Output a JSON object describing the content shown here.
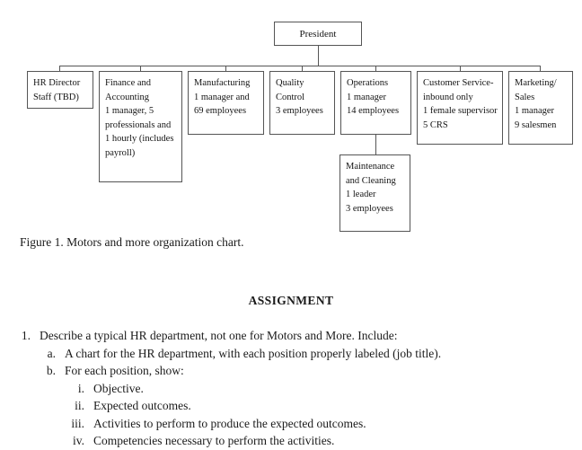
{
  "document": {
    "figure_caption": "Figure 1. Motors and more organization chart.",
    "assignment_heading": "ASSIGNMENT"
  },
  "org_chart": {
    "root": {
      "name": "president",
      "lines": [
        "President"
      ]
    },
    "level2": [
      {
        "name": "hr-director",
        "lines": [
          "HR Director",
          "Staff  (TBD)"
        ]
      },
      {
        "name": "finance-accounting",
        "lines": [
          "Finance and",
          "Accounting",
          "1 manager, 5",
          "professionals  and",
          "1 hourly (includes",
          "payroll)"
        ]
      },
      {
        "name": "manufacturing",
        "lines": [
          "Manufacturing",
          "1 manager and",
          "69 employees"
        ]
      },
      {
        "name": "quality-control",
        "lines": [
          "Quality",
          "Control",
          "3 employees"
        ]
      },
      {
        "name": "operations",
        "lines": [
          "Operations",
          "1 manager",
          "14 employees"
        ]
      },
      {
        "name": "customer-service",
        "lines": [
          "Customer Service-",
          "inbound only",
          "1 female supervisor",
          "5 CRS"
        ]
      },
      {
        "name": "marketing-sales",
        "lines": [
          "Marketing/",
          "Sales",
          "1 manager",
          "9 salesmen"
        ]
      }
    ],
    "level3": [
      {
        "name": "maintenance-cleaning",
        "parent": "operations",
        "lines": [
          "Maintenance",
          "and Cleaning",
          "1 leader",
          "3 employees"
        ]
      }
    ]
  },
  "assignment_list": [
    {
      "level": 1,
      "marker": "1.",
      "text": "Describe a typical HR department, not one for Motors and More. Include:"
    },
    {
      "level": 2,
      "marker": "a.",
      "text": "A chart for the HR department, with each position properly labeled (job title)."
    },
    {
      "level": 2,
      "marker": "b.",
      "text": "For each position, show:"
    },
    {
      "level": 3,
      "marker": "i.",
      "text": "Objective."
    },
    {
      "level": 3,
      "marker": "ii.",
      "text": "Expected outcomes."
    },
    {
      "level": 3,
      "marker": "iii.",
      "text": "Activities to perform to produce the expected outcomes."
    },
    {
      "level": 3,
      "marker": "iv.",
      "text": "Competencies necessary to perform the activities."
    }
  ],
  "colors": {
    "box_border": "#555555",
    "text": "#151515",
    "background": "#ffffff"
  }
}
